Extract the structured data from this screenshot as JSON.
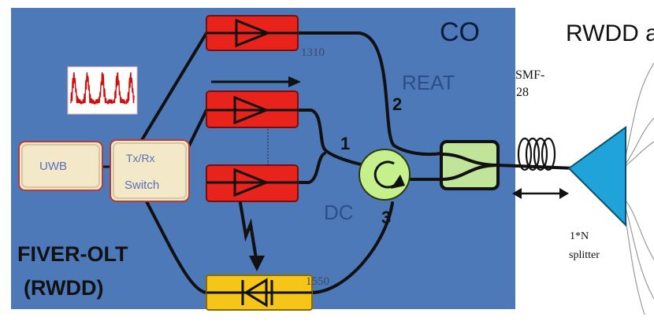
{
  "header": {
    "title": "RWDD a"
  },
  "olt": {
    "line1": "FIVER-OLT",
    "line2": "(RWDD)"
  },
  "co_label": "CO",
  "modules": {
    "uwb": "UWB",
    "switch_line1": "Tx/Rx",
    "switch_line2": "Switch"
  },
  "wavelengths": {
    "upper": "1310",
    "lower": "1550"
  },
  "labels": {
    "reat": "REAT",
    "dc": "DC",
    "port1": "1",
    "port2": "2",
    "port3": "3"
  },
  "fiber": {
    "line1": "SMF-",
    "line2": "28"
  },
  "splitter": {
    "line1": "1*N",
    "line2": "splitter"
  },
  "colors": {
    "co_background": "#4d79b9",
    "amplifier_red": "#e8231c",
    "receiver_yellow": "#f5c518",
    "circulator_green": "#c6f08c",
    "combiner_green": "#bfe49a",
    "splitter_cyan": "#1fa3d8",
    "module_fill": "#f3e9c9",
    "module_border": "#b83a3a",
    "fiber_black": "#111111"
  },
  "icons": {
    "amplifier": "triangle-amplifier-icon",
    "photodiode": "photodiode-icon",
    "circulator": "circulator-icon",
    "spectrum": "spectrum-thumbnail-icon",
    "fiber_spool": "fiber-coil-icon",
    "splitter": "splitter-triangle-icon"
  }
}
